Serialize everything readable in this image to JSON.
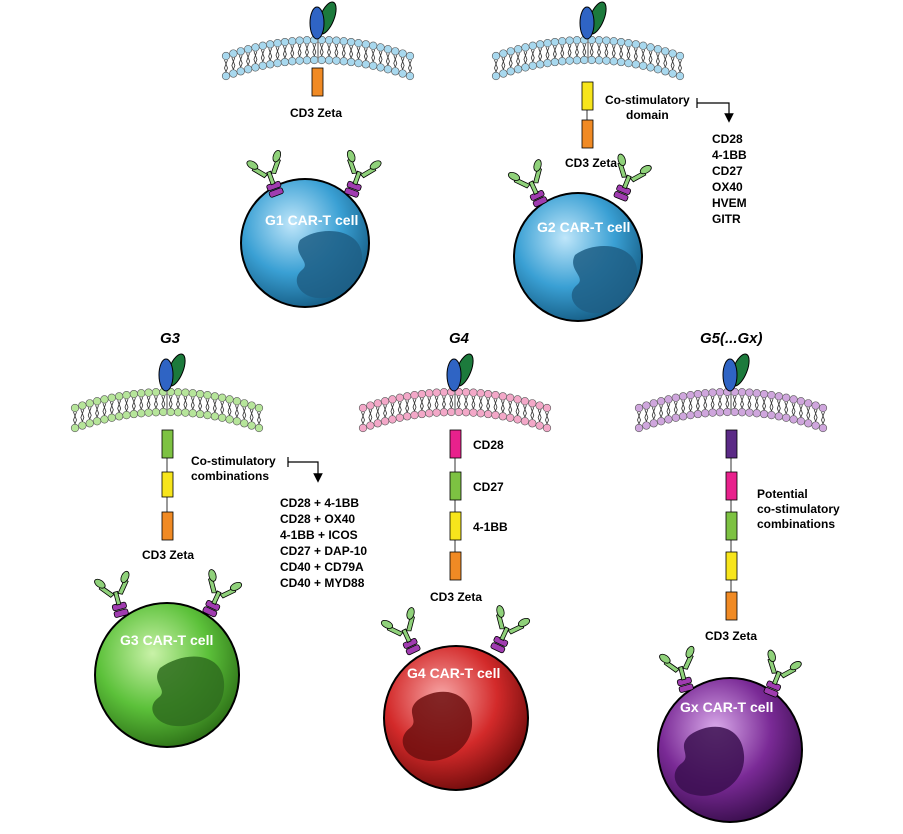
{
  "generations": {
    "g3": "G3",
    "g4": "G4",
    "g5": "G5(...Gx)"
  },
  "panels": {
    "g1": {
      "cell_label": "G1 CAR-T cell",
      "cd3": "CD3 Zeta",
      "colors": {
        "membrane": "#a8d8ee",
        "cell": "#3aa0d4"
      }
    },
    "g2": {
      "cell_label": "G2 CAR-T cell",
      "cd3": "CD3 Zeta",
      "costim_title": [
        "Co-stimulatory",
        "domain"
      ],
      "costim_list": [
        "CD28",
        "4-1BB",
        "CD27",
        "OX40",
        "HVEM",
        "GITR"
      ],
      "colors": {
        "membrane": "#a8d8ee",
        "cell": "#3aa0d4"
      }
    },
    "g3": {
      "cell_label": "G3 CAR-T cell",
      "cd3": "CD3 Zeta",
      "costim_title": [
        "Co-stimulatory",
        "combinations"
      ],
      "costim_list": [
        "CD28 + 4-1BB",
        "CD28 + OX40",
        "4-1BB + ICOS",
        "CD27 + DAP-10",
        "CD40 + CD79A",
        "CD40 + MYD88"
      ],
      "colors": {
        "membrane": "#b6e59a",
        "cell": "#5cc13a"
      }
    },
    "g4": {
      "cell_label": "G4 CAR-T cell",
      "cd3": "CD3 Zeta",
      "domains": [
        "CD28",
        "CD27",
        "4-1BB"
      ],
      "colors": {
        "membrane": "#f3a8c8",
        "cell": "#d32a2a"
      }
    },
    "g5": {
      "cell_label": "Gx CAR-T cell",
      "cd3": "CD3 Zeta",
      "costim_note": [
        "Potential",
        "co-stimulatory",
        "combinations"
      ],
      "colors": {
        "membrane": "#cfa6dd",
        "cell": "#7a2a96"
      }
    }
  },
  "domain_colors": {
    "cd3_zeta": "#f08a24",
    "yellow_costim": "#f7e51c",
    "green_costim": "#7dc242",
    "pink_costim": "#e8218c",
    "purple_costim": "#5b2a86",
    "scfv_blue": "#2f64c4",
    "scfv_green": "#1c7a3c",
    "receptor_green": "#8fd17a",
    "receptor_purple": "#a03cb0"
  }
}
